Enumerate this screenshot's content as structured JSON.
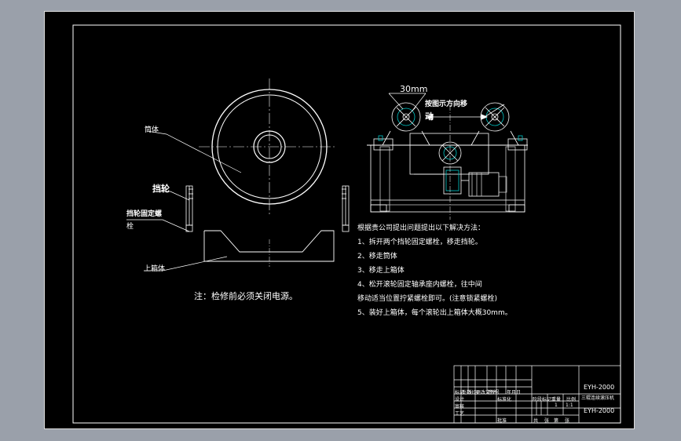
{
  "callouts": {
    "cylinder": "筒体",
    "catch_wheel": "挡轮",
    "catch_wheel_bolt_1": "挡轮固定螺",
    "catch_wheel_bolt_2": "栓",
    "upper_box": "上箱体",
    "dimension": "30mm",
    "arrow_note_1": "按图示方向移",
    "arrow_note_2": "动"
  },
  "warning": "注：检修前必须关闭电源。",
  "procedure": [
    "根据贵公司提出问题提出以下解决方法：",
    "1、拆开两个挡轮固定螺栓，移走挡轮。",
    "2、移走筒体",
    "3、移走上箱体",
    "4、松开滚轮固定轴承座内螺栓，往中间",
    "   移动适当位置拧紧螺栓即可。(注意锁紧螺栓)",
    "5、装好上箱体，每个滚轮出上箱体大概30mm。"
  ],
  "title_block": {
    "drawing_code": "EYH-2000",
    "drawing_name": "三辊连续滚压机",
    "drawing_code_2": "EYH-2000",
    "small_labels": [
      "标记",
      "处数",
      "分区",
      "更改文件号",
      "签名",
      "年月日",
      "设计",
      "标准化",
      "审核",
      "工艺",
      "批准",
      "阶段标记",
      "重量",
      "比例",
      "共",
      "张",
      "第",
      "张"
    ],
    "sheet_count": "1",
    "scale": "1:1"
  },
  "colors": {
    "background": "#9aa0aa",
    "sheet": "#000000",
    "line": "#ffffff",
    "accent": "#00c8c8",
    "detail": "#c8c8c8"
  }
}
